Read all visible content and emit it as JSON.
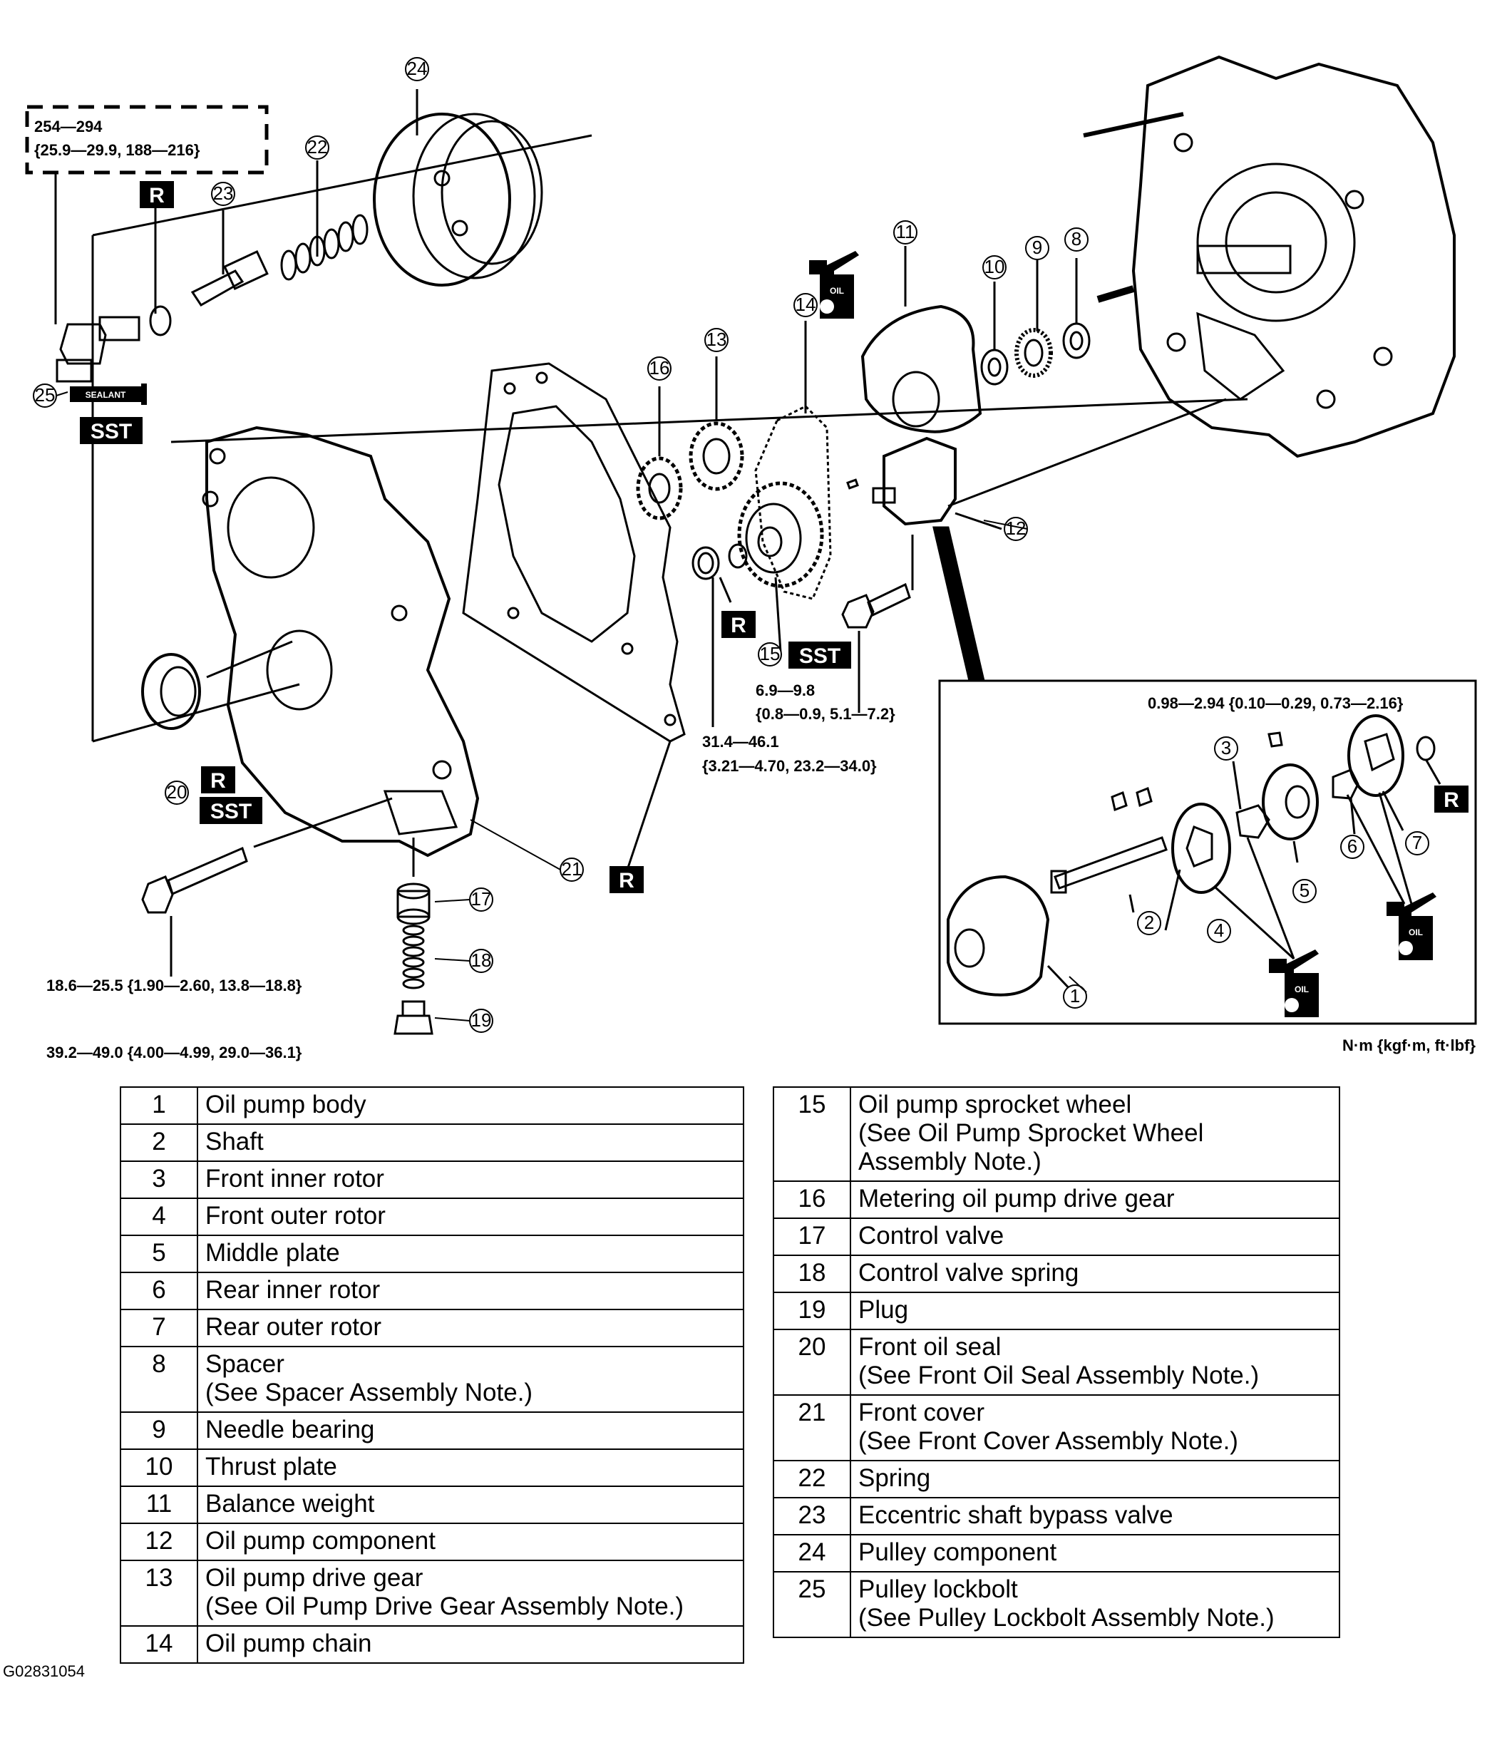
{
  "diagram": {
    "torque_pulley_lockbolt": [
      "254—294",
      "{25.9—29.9, 188—216}"
    ],
    "torque_pump_bolt": [
      "6.9—9.8",
      "{0.8—0.9, 5.1—7.2}"
    ],
    "torque_cover_bolt": [
      "31.4—46.1",
      "{3.21—4.70, 23.2—34.0}"
    ],
    "torque_long_bolt": "18.6—25.5 {1.90—2.60, 13.8—18.8}",
    "torque_plug": "39.2—49.0 {4.00—4.99, 29.0—36.1}",
    "torque_inset_screw": "0.98—2.94 {0.10—0.29, 0.73—2.16}",
    "units_note": "N·m {kgf·m, ft·lbf}",
    "tag_r": "R",
    "tag_sst": "SST",
    "tag_oil": "OIL",
    "tag_sealant": "SEALANT",
    "callouts": [
      "1",
      "2",
      "3",
      "4",
      "5",
      "6",
      "7",
      "8",
      "9",
      "10",
      "11",
      "12",
      "13",
      "14",
      "15",
      "16",
      "17",
      "18",
      "19",
      "20",
      "21",
      "22",
      "23",
      "24",
      "25"
    ]
  },
  "parts_left": [
    {
      "num": "1",
      "name": "Oil pump body"
    },
    {
      "num": "2",
      "name": "Shaft"
    },
    {
      "num": "3",
      "name": "Front inner rotor"
    },
    {
      "num": "4",
      "name": "Front outer rotor"
    },
    {
      "num": "5",
      "name": "Middle plate"
    },
    {
      "num": "6",
      "name": "Rear inner rotor"
    },
    {
      "num": "7",
      "name": "Rear outer rotor"
    },
    {
      "num": "8",
      "name": "Spacer",
      "note": "(See Spacer Assembly Note.)"
    },
    {
      "num": "9",
      "name": "Needle bearing"
    },
    {
      "num": "10",
      "name": "Thrust plate"
    },
    {
      "num": "11",
      "name": "Balance weight"
    },
    {
      "num": "12",
      "name": "Oil pump component"
    },
    {
      "num": "13",
      "name": "Oil pump drive gear",
      "note": "(See Oil Pump Drive Gear Assembly Note.)"
    },
    {
      "num": "14",
      "name": "Oil pump chain"
    }
  ],
  "parts_right": [
    {
      "num": "15",
      "name": "Oil pump sprocket wheel",
      "note": "(See Oil Pump Sprocket Wheel",
      "note2": "Assembly Note.)"
    },
    {
      "num": "16",
      "name": "Metering oil pump drive gear"
    },
    {
      "num": "17",
      "name": "Control valve"
    },
    {
      "num": "18",
      "name": "Control valve spring"
    },
    {
      "num": "19",
      "name": "Plug"
    },
    {
      "num": "20",
      "name": "Front oil seal",
      "note": "(See Front Oil Seal Assembly Note.)"
    },
    {
      "num": "21",
      "name": "Front cover",
      "note": "(See Front Cover Assembly Note.)"
    },
    {
      "num": "22",
      "name": "Spring"
    },
    {
      "num": "23",
      "name": "Eccentric shaft bypass valve"
    },
    {
      "num": "24",
      "name": "Pulley component"
    },
    {
      "num": "25",
      "name": "Pulley lockbolt",
      "note": "(See Pulley Lockbolt Assembly Note.)"
    }
  ],
  "figure_id": "G02831054"
}
